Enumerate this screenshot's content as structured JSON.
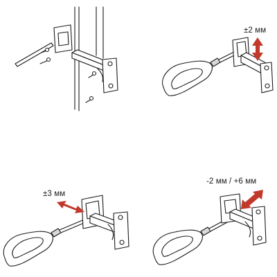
{
  "steps": [
    {
      "id": "mounting",
      "adjustment": ""
    },
    {
      "id": "height",
      "adjustment": "±2 мм"
    },
    {
      "id": "lateral",
      "adjustment": "±3 мм"
    },
    {
      "id": "depth",
      "adjustment": "-2 мм / +6 мм"
    }
  ],
  "colors": {
    "line": "#1a1a1a",
    "arrow": "#c0392b",
    "fill": "#ffffff",
    "shade": "#d9d9d9"
  },
  "icons": {
    "arrow": "double-headed-arrow-icon",
    "tool": "screwdriver-icon"
  }
}
